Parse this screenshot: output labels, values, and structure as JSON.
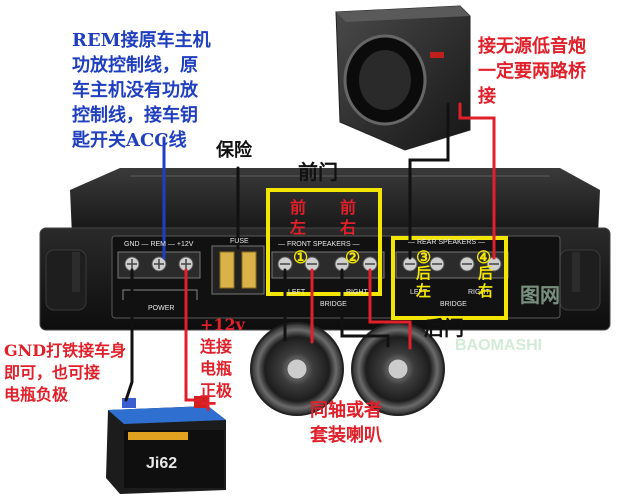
{
  "annotations": {
    "rem_note": [
      "REM接原车主机",
      "功放控制线，原",
      "车主机没有功放",
      "控制线，接车钥",
      "匙开关ACC线"
    ],
    "fuse_note": "保险",
    "front_door": "前门",
    "rear_door": "后门",
    "front_left": [
      "前",
      "左"
    ],
    "front_right": [
      "前",
      "右"
    ],
    "rear_left": [
      "后",
      "左"
    ],
    "rear_right": [
      "后",
      "右"
    ],
    "subwoofer_note": [
      "接无源低音炮",
      "一定要两路桥",
      "接"
    ],
    "gnd_note": [
      "GND打铁接车身",
      "即可，也可接",
      "电瓶负极"
    ],
    "plus12_note": [
      "+12v",
      "连接",
      "电瓶",
      "正极"
    ],
    "plus_sign": "+",
    "speaker_note": [
      "同轴或者",
      "套装喇叭"
    ],
    "num1": "①",
    "num2": "②",
    "num3": "③",
    "num4": "④"
  },
  "amp_panel": {
    "power_terminals": "GND — REM — +12V",
    "fuse": "FUSE",
    "front_speakers": "— FRONT SPEAKERS —",
    "rear_speakers": "— REAR SPEAKERS —",
    "power": "POWER",
    "left": "LEFT",
    "right": "RIGHT",
    "bridge": "BRIDGE",
    "bridge2": "BRIDGE",
    "left2": "LEFT",
    "right2": "RIGHT"
  },
  "battery": {
    "brand": "Ji62"
  },
  "watermark": [
    "BAOMASHI",
    "图网"
  ],
  "colors": {
    "annotation": "#e0202a",
    "highlight": "#f3e600",
    "wire_red": "#e0202a",
    "wire_blue": "#1f3fbf"
  }
}
